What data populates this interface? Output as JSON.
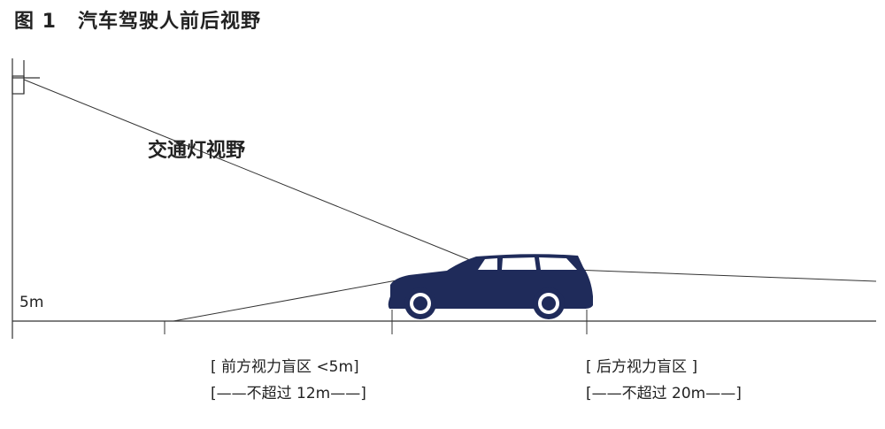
{
  "figure": {
    "number": "图 1",
    "title": "汽车驾驶人前后视野"
  },
  "labels": {
    "signal_view": "交通灯视野",
    "height": "5m",
    "front_blind_title": "[ 前方视力盲区 <5m]",
    "front_blind_limit": "[——不超过 12m——]",
    "rear_blind_title": "[ 后方视力盲区 ]",
    "rear_blind_limit": "[——不超过 20m——]"
  },
  "colors": {
    "car": "#1f2b5a",
    "lines": "#333333"
  }
}
